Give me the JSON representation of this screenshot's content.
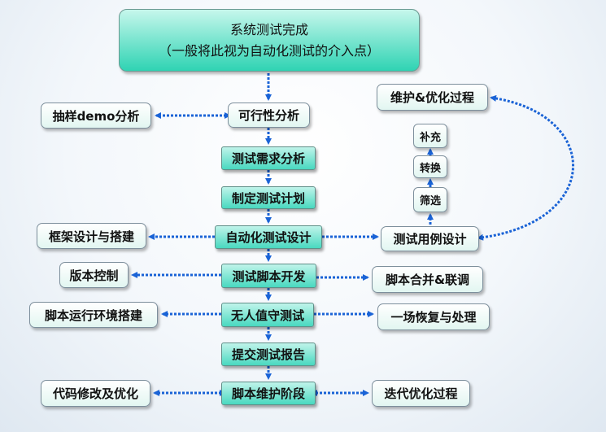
{
  "root": {
    "line1": "系统测试完成",
    "line2": "（一般将此视为自动化测试的介入点）"
  },
  "main_steps": {
    "feasibility": "可行性分析",
    "requirements": "测试需求分析",
    "plan": "制定测试计划",
    "auto_design": "自动化测试设计",
    "script_dev": "测试脚本开发",
    "unattended": "无人值守测试",
    "report": "提交测试报告",
    "maintenance": "脚本维护阶段"
  },
  "left_nodes": {
    "sample_demo": "抽样demo分析",
    "framework": "框架设计与搭建",
    "version": "版本控制",
    "env": "脚本运行环境搭建",
    "code_fix": "代码修改及优化"
  },
  "right_nodes": {
    "testcase": "测试用例设计",
    "merge": "脚本合并&联调",
    "recovery": "一场恢复与处理",
    "iteration": "迭代优化过程",
    "maint_opt": "维护&优化过程",
    "supplement": "补充",
    "convert": "转换",
    "filter": "筛选"
  },
  "colors": {
    "connector": "#1a63d6",
    "root_fill": "#2fd3b3",
    "step_fill": "#49d9c0"
  }
}
